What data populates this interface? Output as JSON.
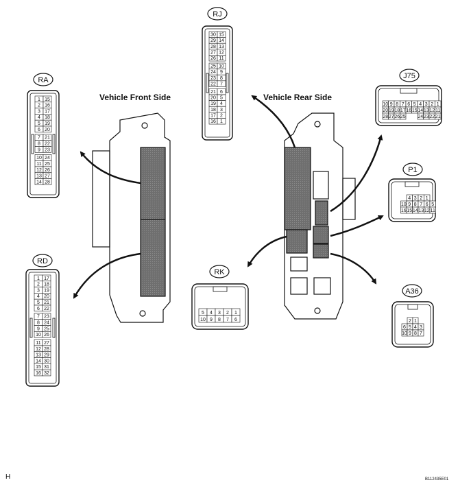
{
  "labels": {
    "front": "Vehicle Front Side",
    "rear": "Vehicle Rear Side",
    "corner_left": "H",
    "corner_right": "B112435E01"
  },
  "connectors": {
    "RJ": {
      "name": "RJ",
      "pairs": [
        [
          "30",
          "15"
        ],
        [
          "29",
          "14"
        ],
        [
          "28",
          "13"
        ],
        [
          "27",
          "12"
        ],
        [
          "26",
          "11"
        ],
        [
          "",
          ""
        ],
        [
          "25",
          "10"
        ],
        [
          "24",
          "9"
        ],
        [
          "23",
          "8"
        ],
        [
          "22",
          "7"
        ],
        [
          "",
          ""
        ],
        [
          "21",
          "6"
        ],
        [
          "20",
          "5"
        ],
        [
          "19",
          "4"
        ],
        [
          "18",
          "3"
        ],
        [
          "17",
          "2"
        ],
        [
          "16",
          "1"
        ]
      ]
    },
    "RA": {
      "name": "RA",
      "pairs": [
        [
          "1",
          "15"
        ],
        [
          "2",
          "16"
        ],
        [
          "3",
          "17"
        ],
        [
          "4",
          "18"
        ],
        [
          "5",
          "19"
        ],
        [
          "6",
          "20"
        ],
        [
          "",
          ""
        ],
        [
          "7",
          "21"
        ],
        [
          "8",
          "22"
        ],
        [
          "9",
          "23"
        ],
        [
          "",
          ""
        ],
        [
          "10",
          "24"
        ],
        [
          "11",
          "25"
        ],
        [
          "12",
          "26"
        ],
        [
          "13",
          "27"
        ],
        [
          "14",
          "28"
        ]
      ]
    },
    "RD": {
      "name": "RD",
      "pairs": [
        [
          "1",
          "17"
        ],
        [
          "2",
          "18"
        ],
        [
          "3",
          "19"
        ],
        [
          "4",
          "20"
        ],
        [
          "5",
          "21"
        ],
        [
          "6",
          "22"
        ],
        [
          "",
          ""
        ],
        [
          "7",
          "23"
        ],
        [
          "8",
          "24"
        ],
        [
          "9",
          "25"
        ],
        [
          "10",
          "26"
        ],
        [
          "",
          ""
        ],
        [
          "11",
          "27"
        ],
        [
          "12",
          "28"
        ],
        [
          "13",
          "29"
        ],
        [
          "14",
          "30"
        ],
        [
          "15",
          "31"
        ],
        [
          "16",
          "32"
        ]
      ]
    },
    "J75": {
      "name": "J75",
      "rows": [
        [
          "10",
          "9",
          "8",
          "7",
          "6",
          "5",
          "4",
          "3",
          "2",
          "1"
        ],
        [
          "20",
          "19",
          "18",
          "17",
          "16",
          "15",
          "14",
          "13",
          "12",
          "11"
        ],
        [
          "28",
          "27",
          "26",
          "25",
          "",
          "",
          "24",
          "23",
          "22",
          "21"
        ]
      ]
    },
    "P1": {
      "name": "P1",
      "rows": [
        [
          "",
          "",
          "4",
          "3",
          "2",
          "1",
          "",
          ""
        ],
        [
          "10",
          "9",
          "8",
          "7",
          "6",
          "5"
        ],
        [
          "16",
          "15",
          "14",
          "13",
          "12",
          "11"
        ]
      ]
    },
    "RK": {
      "name": "RK",
      "rows": [
        [
          "5",
          "4",
          "3",
          "2",
          "1"
        ],
        [
          "10",
          "9",
          "8",
          "7",
          "6"
        ]
      ]
    },
    "A36": {
      "name": "A36",
      "rows": [
        [
          "2",
          "1"
        ],
        [
          "6",
          "5",
          "4",
          "3"
        ],
        [
          "10",
          "9",
          "8",
          "7"
        ]
      ]
    }
  }
}
